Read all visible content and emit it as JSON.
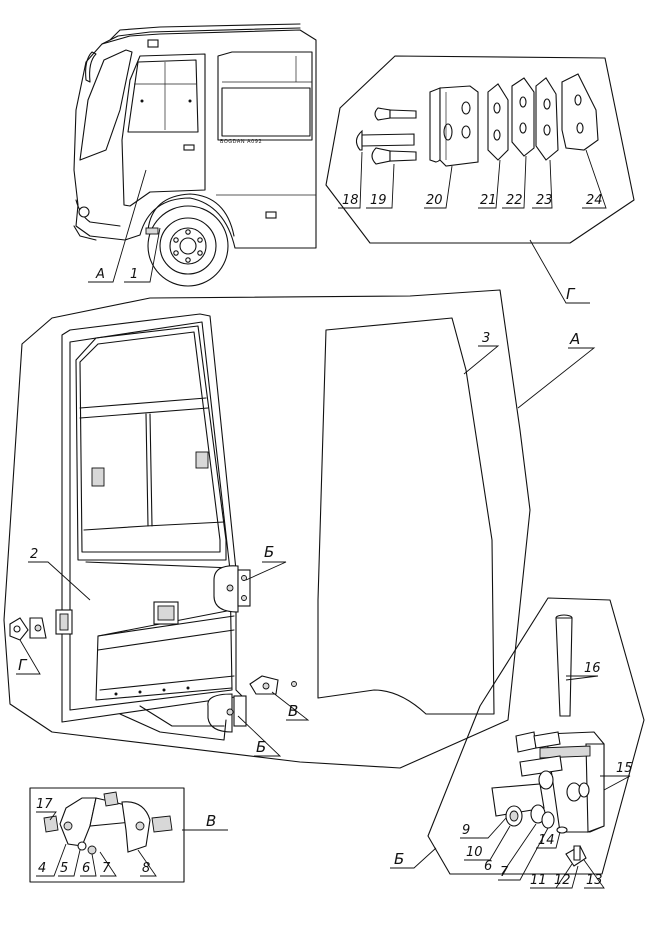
{
  "bus": {
    "brand_text": "BOGDAN A092"
  },
  "callouts": {
    "A": "A",
    "B": "Б",
    "V": "В",
    "G": "Г"
  },
  "parts": {
    "p1": "1",
    "p2": "2",
    "p3": "3",
    "p4": "4",
    "p5": "5",
    "p6": "6",
    "p7": "7",
    "p8": "8",
    "p9": "9",
    "p10": "10",
    "p11": "11",
    "p12": "12",
    "p13": "13",
    "p14": "14",
    "p15": "15",
    "p16": "16",
    "p17": "17",
    "p18": "18",
    "p19": "19",
    "p20": "20",
    "p21": "21",
    "p22": "22",
    "p23": "23",
    "p24": "24"
  }
}
